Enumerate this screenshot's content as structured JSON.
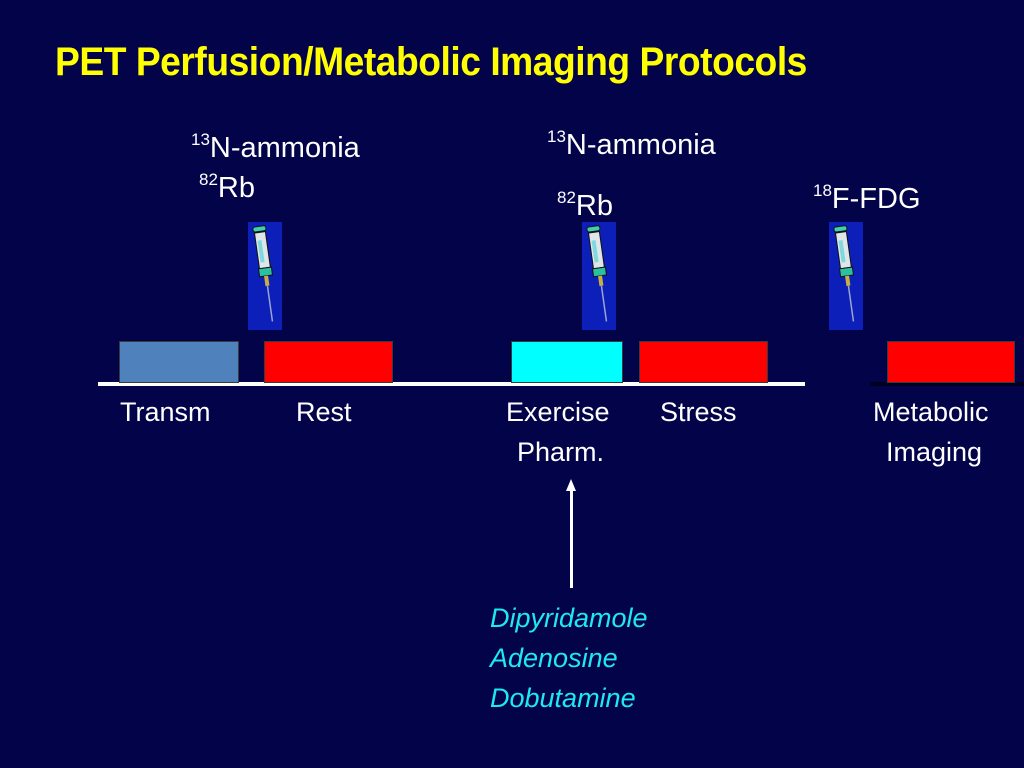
{
  "slide": {
    "title": "PET Perfusion/Metabolic Imaging Protocols",
    "background_color": "#03034a",
    "title_color": "#ffff00"
  },
  "tracers": {
    "rest": [
      {
        "isotope_mass": "13",
        "name": "N-ammonia"
      },
      {
        "isotope_mass": "82",
        "name": "Rb"
      }
    ],
    "stress": [
      {
        "isotope_mass": "13",
        "name": "N-ammonia"
      },
      {
        "isotope_mass": "82",
        "name": "Rb"
      }
    ],
    "metabolic": [
      {
        "isotope_mass": "18",
        "name": "F-FDG"
      }
    ]
  },
  "injections": [
    {
      "icon": "syringe-icon",
      "position": "before-rest"
    },
    {
      "icon": "syringe-icon",
      "position": "before-stress"
    },
    {
      "icon": "syringe-icon",
      "position": "before-metabolic"
    }
  ],
  "timeline": {
    "blocks": [
      {
        "label": "Transm",
        "color": "#4f81bd"
      },
      {
        "label": "Rest",
        "color": "#ff0000"
      },
      {
        "label_line1": "Exercise",
        "label_line2": "Pharm.",
        "color": "#00ffff"
      },
      {
        "label": "Stress",
        "color": "#ff0000"
      },
      {
        "label_line1": "Metabolic",
        "label_line2": "Imaging",
        "color": "#ff0000"
      }
    ]
  },
  "pharmacologic_agents": {
    "color": "#1de9f0",
    "items": [
      "Dipyridamole",
      "Adenosine",
      "Dobutamine"
    ]
  }
}
